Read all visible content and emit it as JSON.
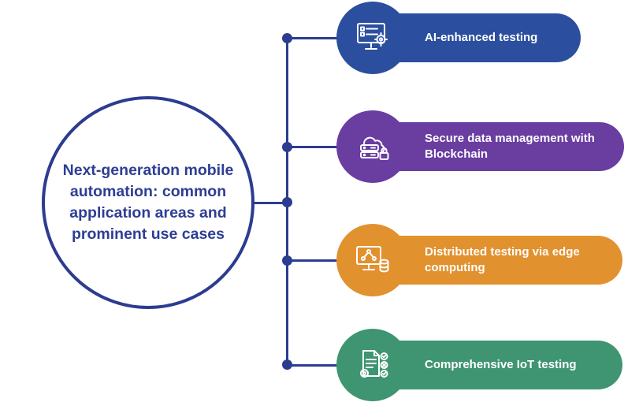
{
  "center": {
    "title": "Next-generation mobile automation: common application areas and prominent use cases"
  },
  "items": [
    {
      "label": "AI-enhanced testing",
      "color": "#2b4f9e",
      "icon": "ai-testing-monitor-icon"
    },
    {
      "label": "Secure data management with Blockchain",
      "color": "#6a3da1",
      "icon": "blockchain-secure-cloud-icon"
    },
    {
      "label": "Distributed testing via edge computing",
      "color": "#e2912f",
      "icon": "edge-computing-monitor-icon"
    },
    {
      "label": "Comprehensive IoT testing",
      "color": "#3f9572",
      "icon": "iot-testing-checklist-icon"
    }
  ],
  "colors": {
    "connector_navy": "#2c3c90",
    "title_navy": "#2d3e94",
    "background": "#ffffff",
    "label_text": "#ffffff"
  }
}
